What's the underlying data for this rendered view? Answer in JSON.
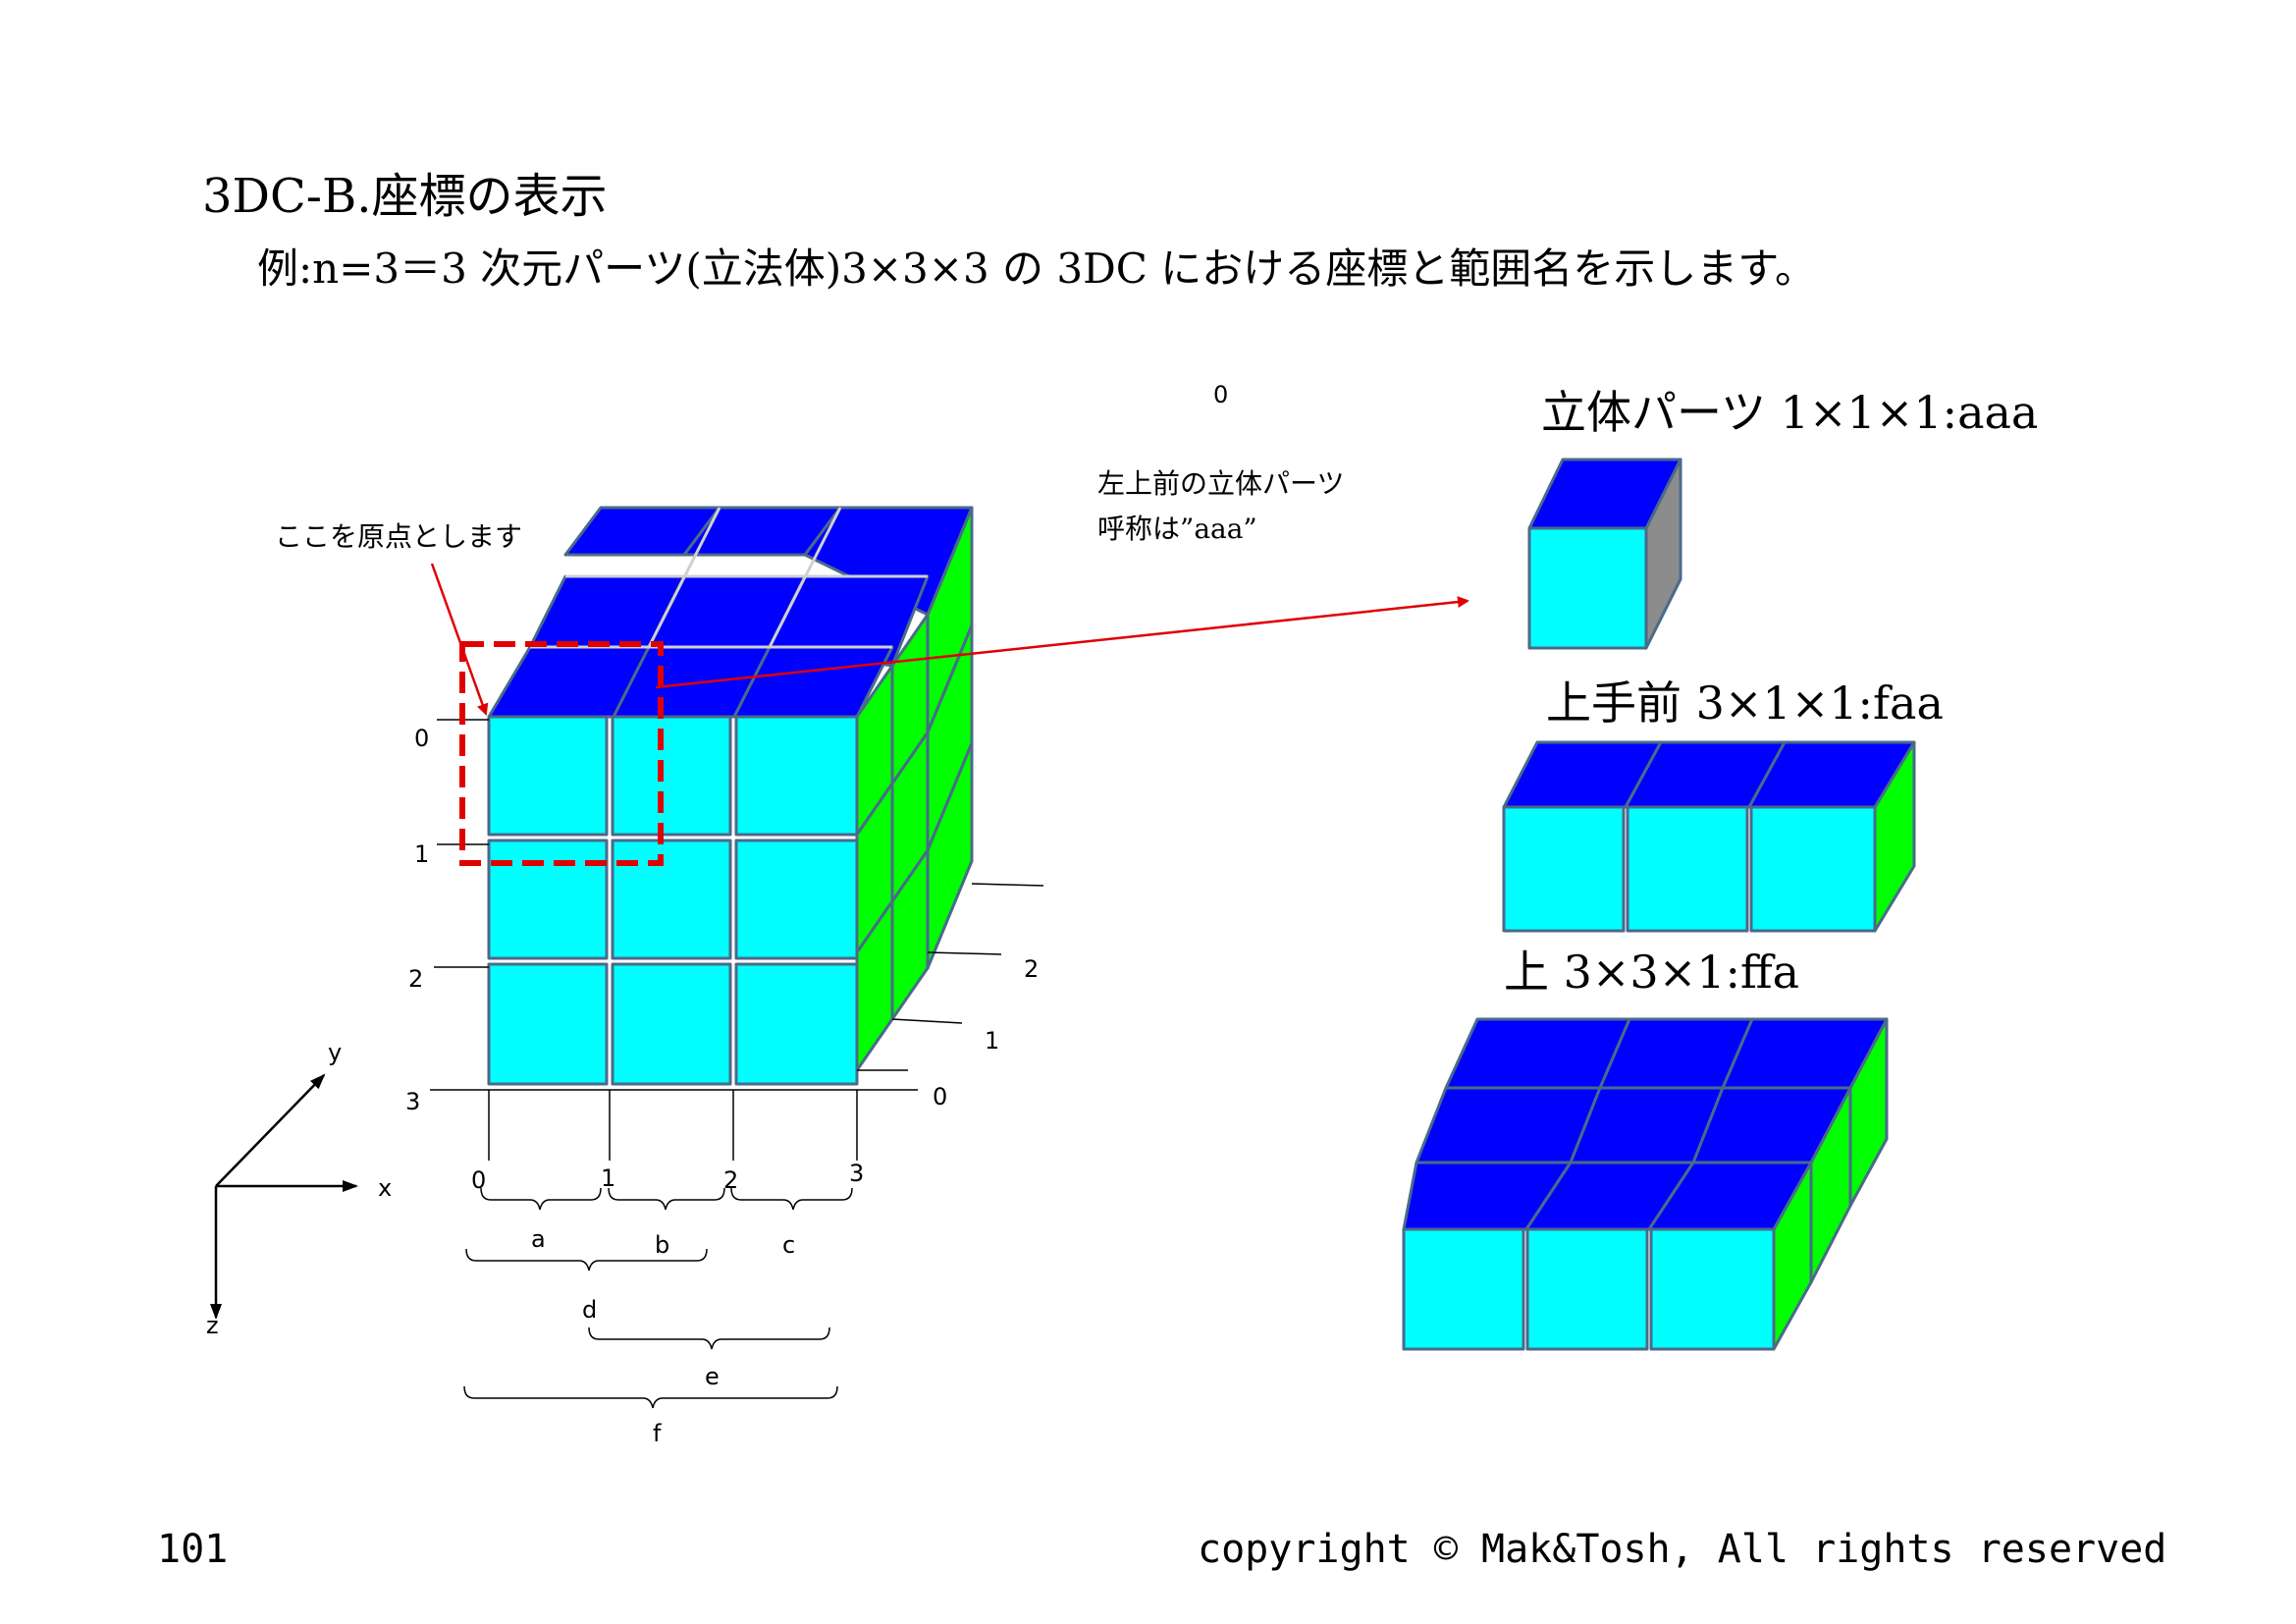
{
  "title": "3DC-B.座標の表示",
  "subtitle": "例:n=3＝3 次元パーツ(立法体)3×3×3 の 3DC における座標と範囲名を示します。",
  "annotations": {
    "origin_note": "ここを原点とします",
    "part_note_line1": "左上前の立体パーツ",
    "part_note_line2": "呼称は”aaa”",
    "stray_zero": "0"
  },
  "axes": {
    "x": "x",
    "y": "y",
    "z": "z"
  },
  "x_ticks": [
    "0",
    "1",
    "2",
    "3"
  ],
  "z_ticks": [
    "0",
    "1",
    "2",
    "3"
  ],
  "y_ticks": [
    "0",
    "1",
    "2"
  ],
  "ranges": {
    "a": "a",
    "b": "b",
    "c": "c",
    "d": "d",
    "e": "e",
    "f": "f"
  },
  "examples": {
    "single": "立体パーツ 1×1×1:aaa",
    "row": "上手前 3×1×1:faa",
    "layer": "上 3×3×1:ffa"
  },
  "colors": {
    "front": "#00ffff",
    "top": "#0000ff",
    "side": "#00ff00",
    "side_single": "#8c8c8c",
    "edge": "#4a6a8a",
    "accent": "#e00000"
  },
  "footer": {
    "page_number": "101",
    "copyright": "copyright ©  Mak&Tosh, All rights reserved"
  }
}
